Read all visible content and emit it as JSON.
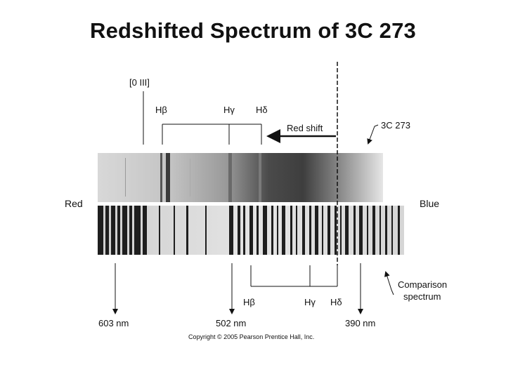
{
  "title": "Redshifted Spectrum of 3C 273",
  "labels": {
    "oiii": "[0 III]",
    "top_hbeta": "Hβ",
    "top_hgamma": "Hγ",
    "top_hdelta": "Hδ",
    "red_shift": "Red shift",
    "object_name": "3C 273",
    "red": "Red",
    "blue": "Blue",
    "bottom_hbeta": "Hβ",
    "bottom_hgamma": "Hγ",
    "bottom_hdelta": "Hδ",
    "comparison_line1": "Comparison",
    "comparison_line2": "spectrum",
    "wl_603": "603 nm",
    "wl_502": "502 nm",
    "wl_390": "390 nm",
    "copyright": "Copyright © 2005 Pearson Prentice Hall, Inc."
  },
  "colors": {
    "ink": "#111111",
    "spectrum_light": "#e8e8e8",
    "spectrum_dark": "#3a3a3a"
  }
}
